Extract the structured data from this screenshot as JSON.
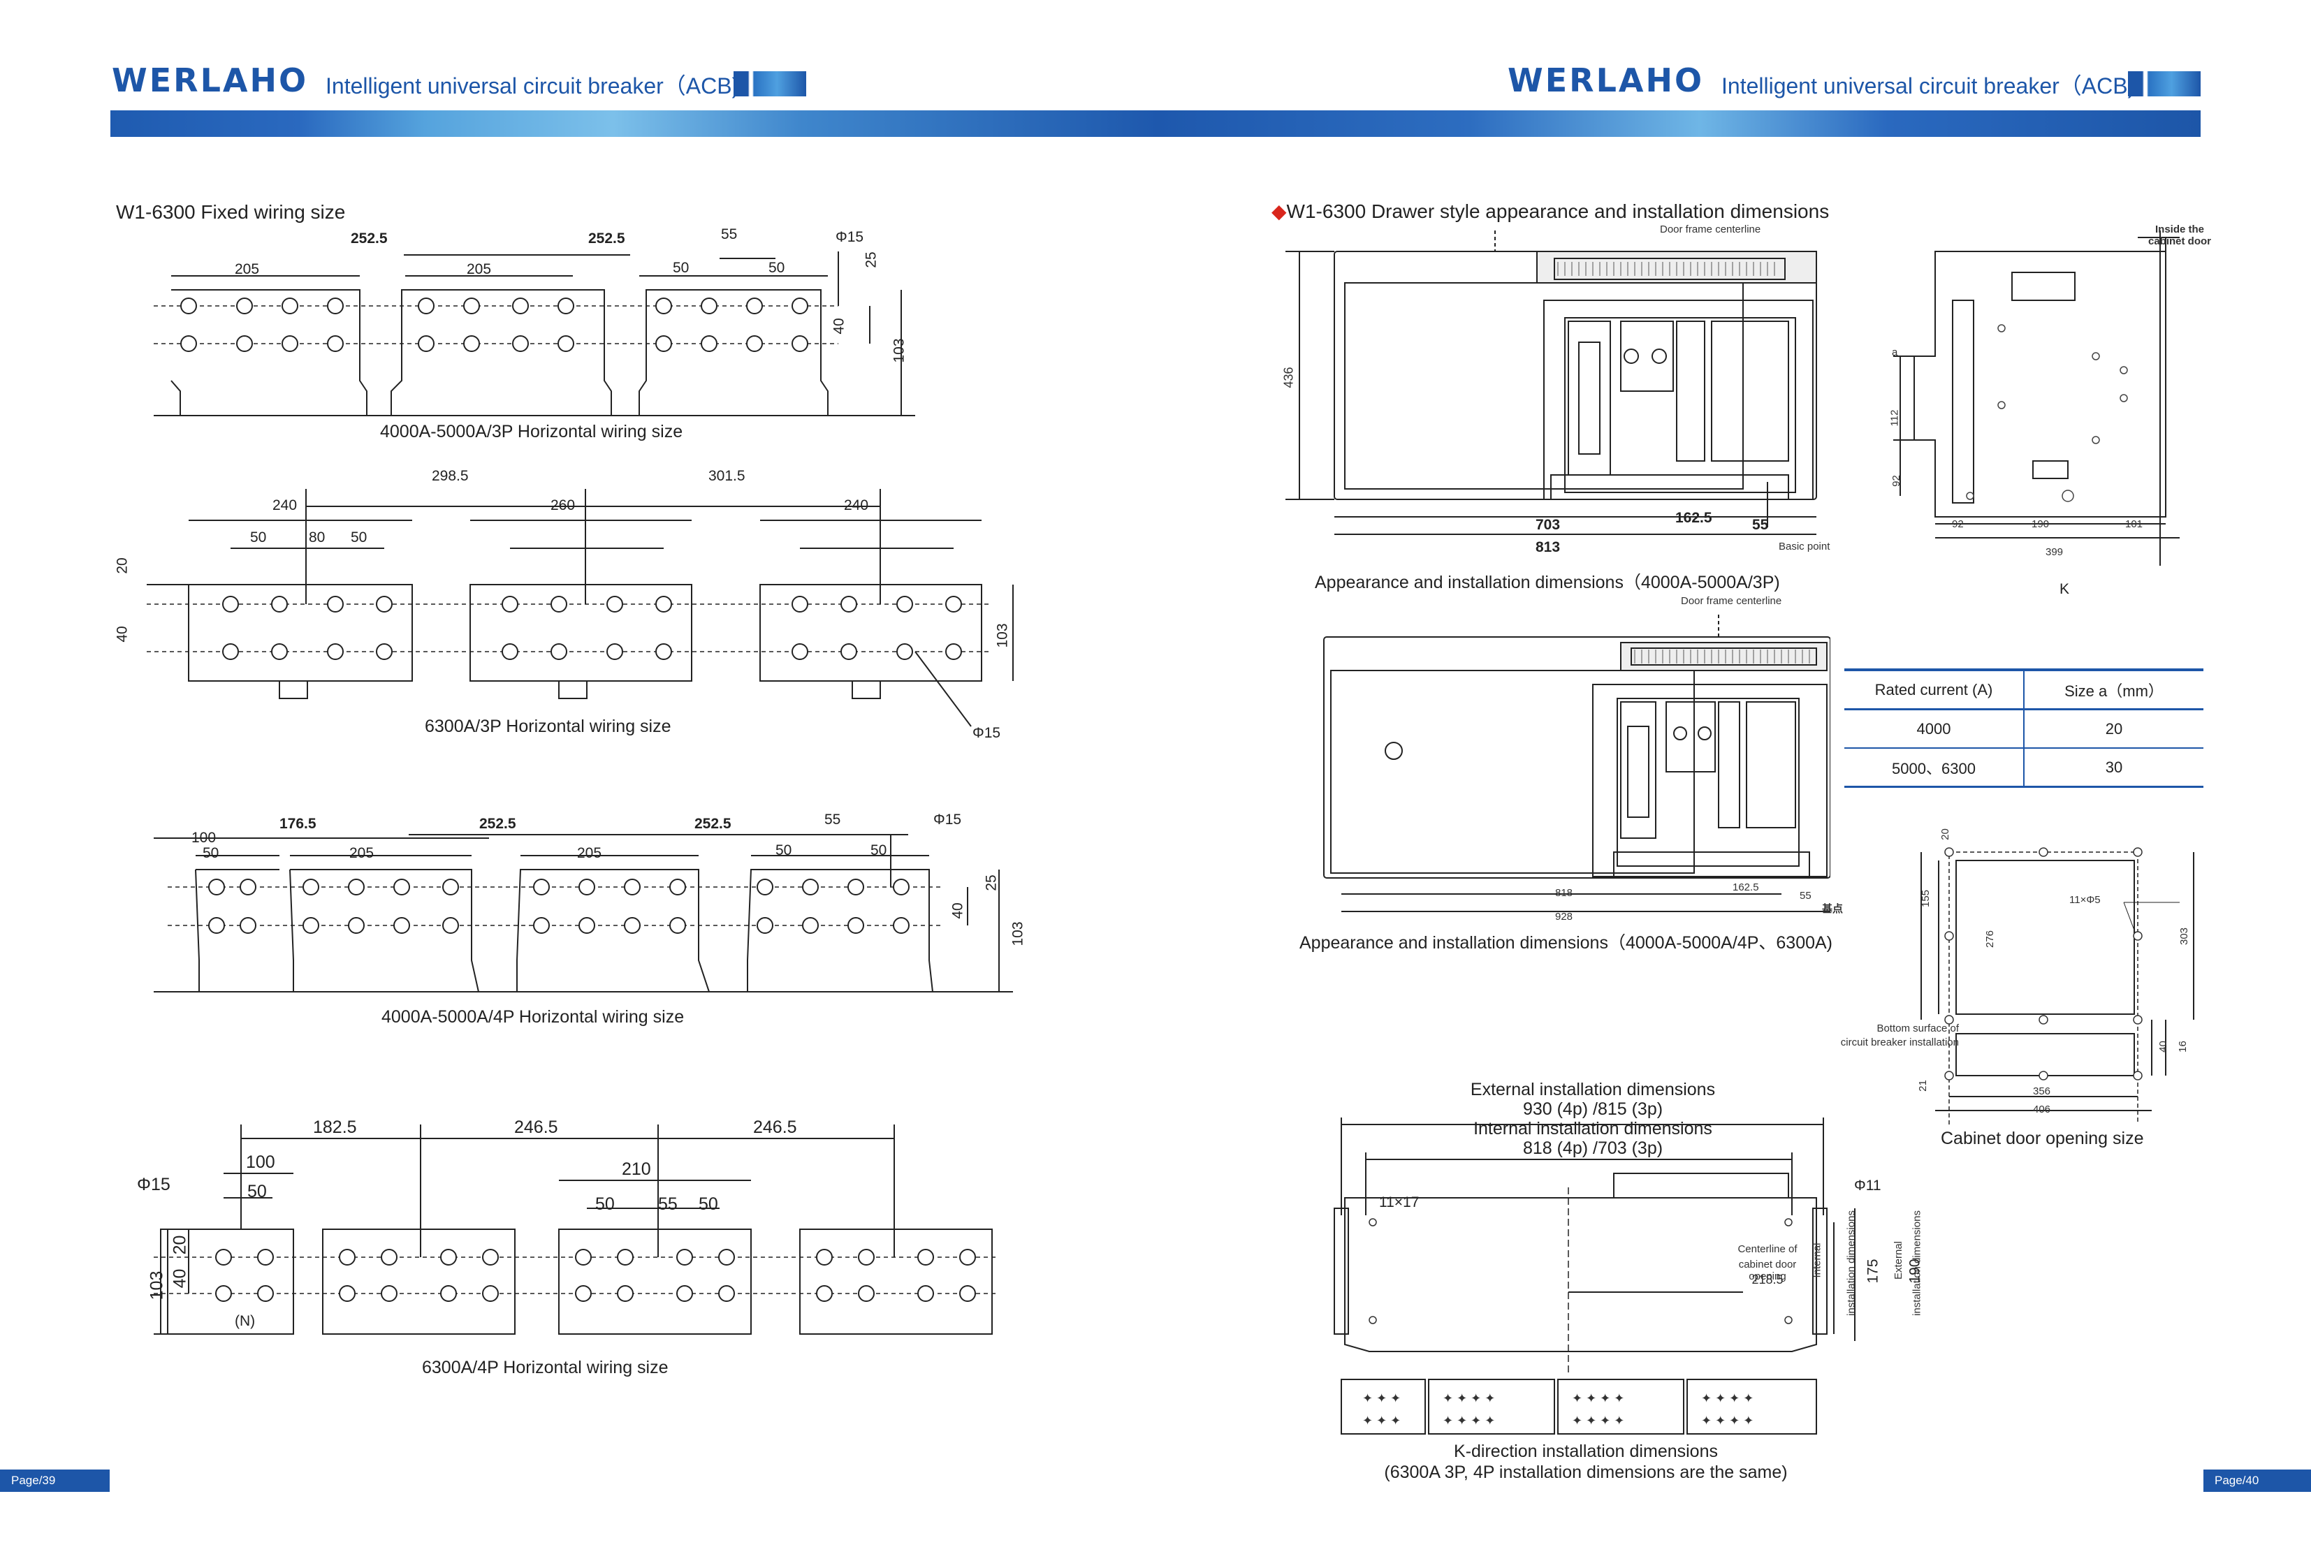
{
  "header": {
    "brand": "WERLAHO",
    "subtitle": "Intelligent universal circuit breaker（ACB)"
  },
  "left": {
    "section_title": "W1-6300 Fixed wiring size",
    "drawings": [
      {
        "caption": "4000A-5000A/3P Horizontal wiring size",
        "dims": {
          "a": "252.5",
          "b": "252.5",
          "c": "205",
          "d": "205",
          "e": "55",
          "f": "50",
          "g": "50",
          "hole": "Φ15",
          "v1": "25",
          "v2": "40",
          "v3": "103"
        }
      },
      {
        "caption": "6300A/3P Horizontal wiring size",
        "dims": {
          "a": "298.5",
          "b": "301.5",
          "c": "240",
          "d": "260",
          "e": "240",
          "f": "50",
          "g": "80",
          "h": "50",
          "v1": "20",
          "v2": "40",
          "v3": "103",
          "hole": "Φ15"
        }
      },
      {
        "caption": "4000A-5000A/4P Horizontal wiring size",
        "dims": {
          "a": "176.5",
          "b": "252.5",
          "c": "252.5",
          "d": "100",
          "e": "50",
          "f": "205",
          "g": "205",
          "h": "55",
          "i": "50",
          "j": "50",
          "hole": "Φ15",
          "v1": "25",
          "v2": "40",
          "v3": "103"
        }
      },
      {
        "caption": "6300A/4P Horizontal wiring size",
        "dims": {
          "a": "182.5",
          "b": "246.5",
          "c": "246.5",
          "d": "100",
          "e": "50",
          "f": "210",
          "g": "50",
          "h": "55",
          "i": "50",
          "hole": "Φ15",
          "v1": "20",
          "v2": "40",
          "v3": "103",
          "n": "(N)"
        }
      }
    ],
    "page_label": "Page/39"
  },
  "right": {
    "section_title": "W1-6300 Drawer style appearance and installation dimensions",
    "fig1": {
      "caption": "Appearance and installation dimensions（4000A-5000A/3P)",
      "door_label": "Door frame centerline",
      "basic_point": "Basic point",
      "dims": {
        "h": "436",
        "w1": "703",
        "w2": "813",
        "w3": "162.5",
        "w4": "55"
      }
    },
    "side_view": {
      "inside_label": "Inside the cabinet door",
      "dims": {
        "a": "a",
        "b": "112",
        "c": "92",
        "d": "92",
        "e": "190",
        "f": "101",
        "g": "399"
      },
      "k_label": "K"
    },
    "fig2": {
      "caption": "Appearance and installation dimensions（4000A-5000A/4P、6300A)",
      "door_label": "Door frame centerline",
      "dims": {
        "w1": "818",
        "w2": "928",
        "w3": "162.5",
        "w4": "55",
        "base": "基点"
      }
    },
    "table": {
      "headers": [
        "Rated current (A)",
        "Size a（mm）"
      ],
      "rows": [
        [
          "4000",
          "20"
        ],
        [
          "5000、6300",
          "30"
        ]
      ]
    },
    "cabinet": {
      "caption": "Cabinet door opening size",
      "bottom_label_1": "Bottom surface of",
      "bottom_label_2": "circuit breaker installation",
      "dims": {
        "a": "20",
        "b": "155",
        "c": "276",
        "d": "303",
        "e": "11×Φ5",
        "f": "40",
        "g": "16",
        "h": "21",
        "i": "356",
        "j": "406"
      }
    },
    "k_view": {
      "line1": "External installation dimensions",
      "line2": "930 (4p) /815 (3p)",
      "line3": "Internal installation dimensions",
      "line4": "818 (4p) /703 (3p)",
      "slot": "11×17",
      "hole": "Φ11",
      "center_1": "Centerline of",
      "center_2": "cabinet door opening",
      "center_3": "218.5",
      "int_1": "Internal",
      "int_2": "installation dimensions",
      "int_val": "175",
      "ext_1": "External",
      "ext_2": "installation dimensions",
      "ext_val": "190",
      "caption_1": "K-direction installation dimensions",
      "caption_2": "(6300A 3P, 4P installation dimensions are the same)"
    },
    "page_label": "Page/40"
  }
}
